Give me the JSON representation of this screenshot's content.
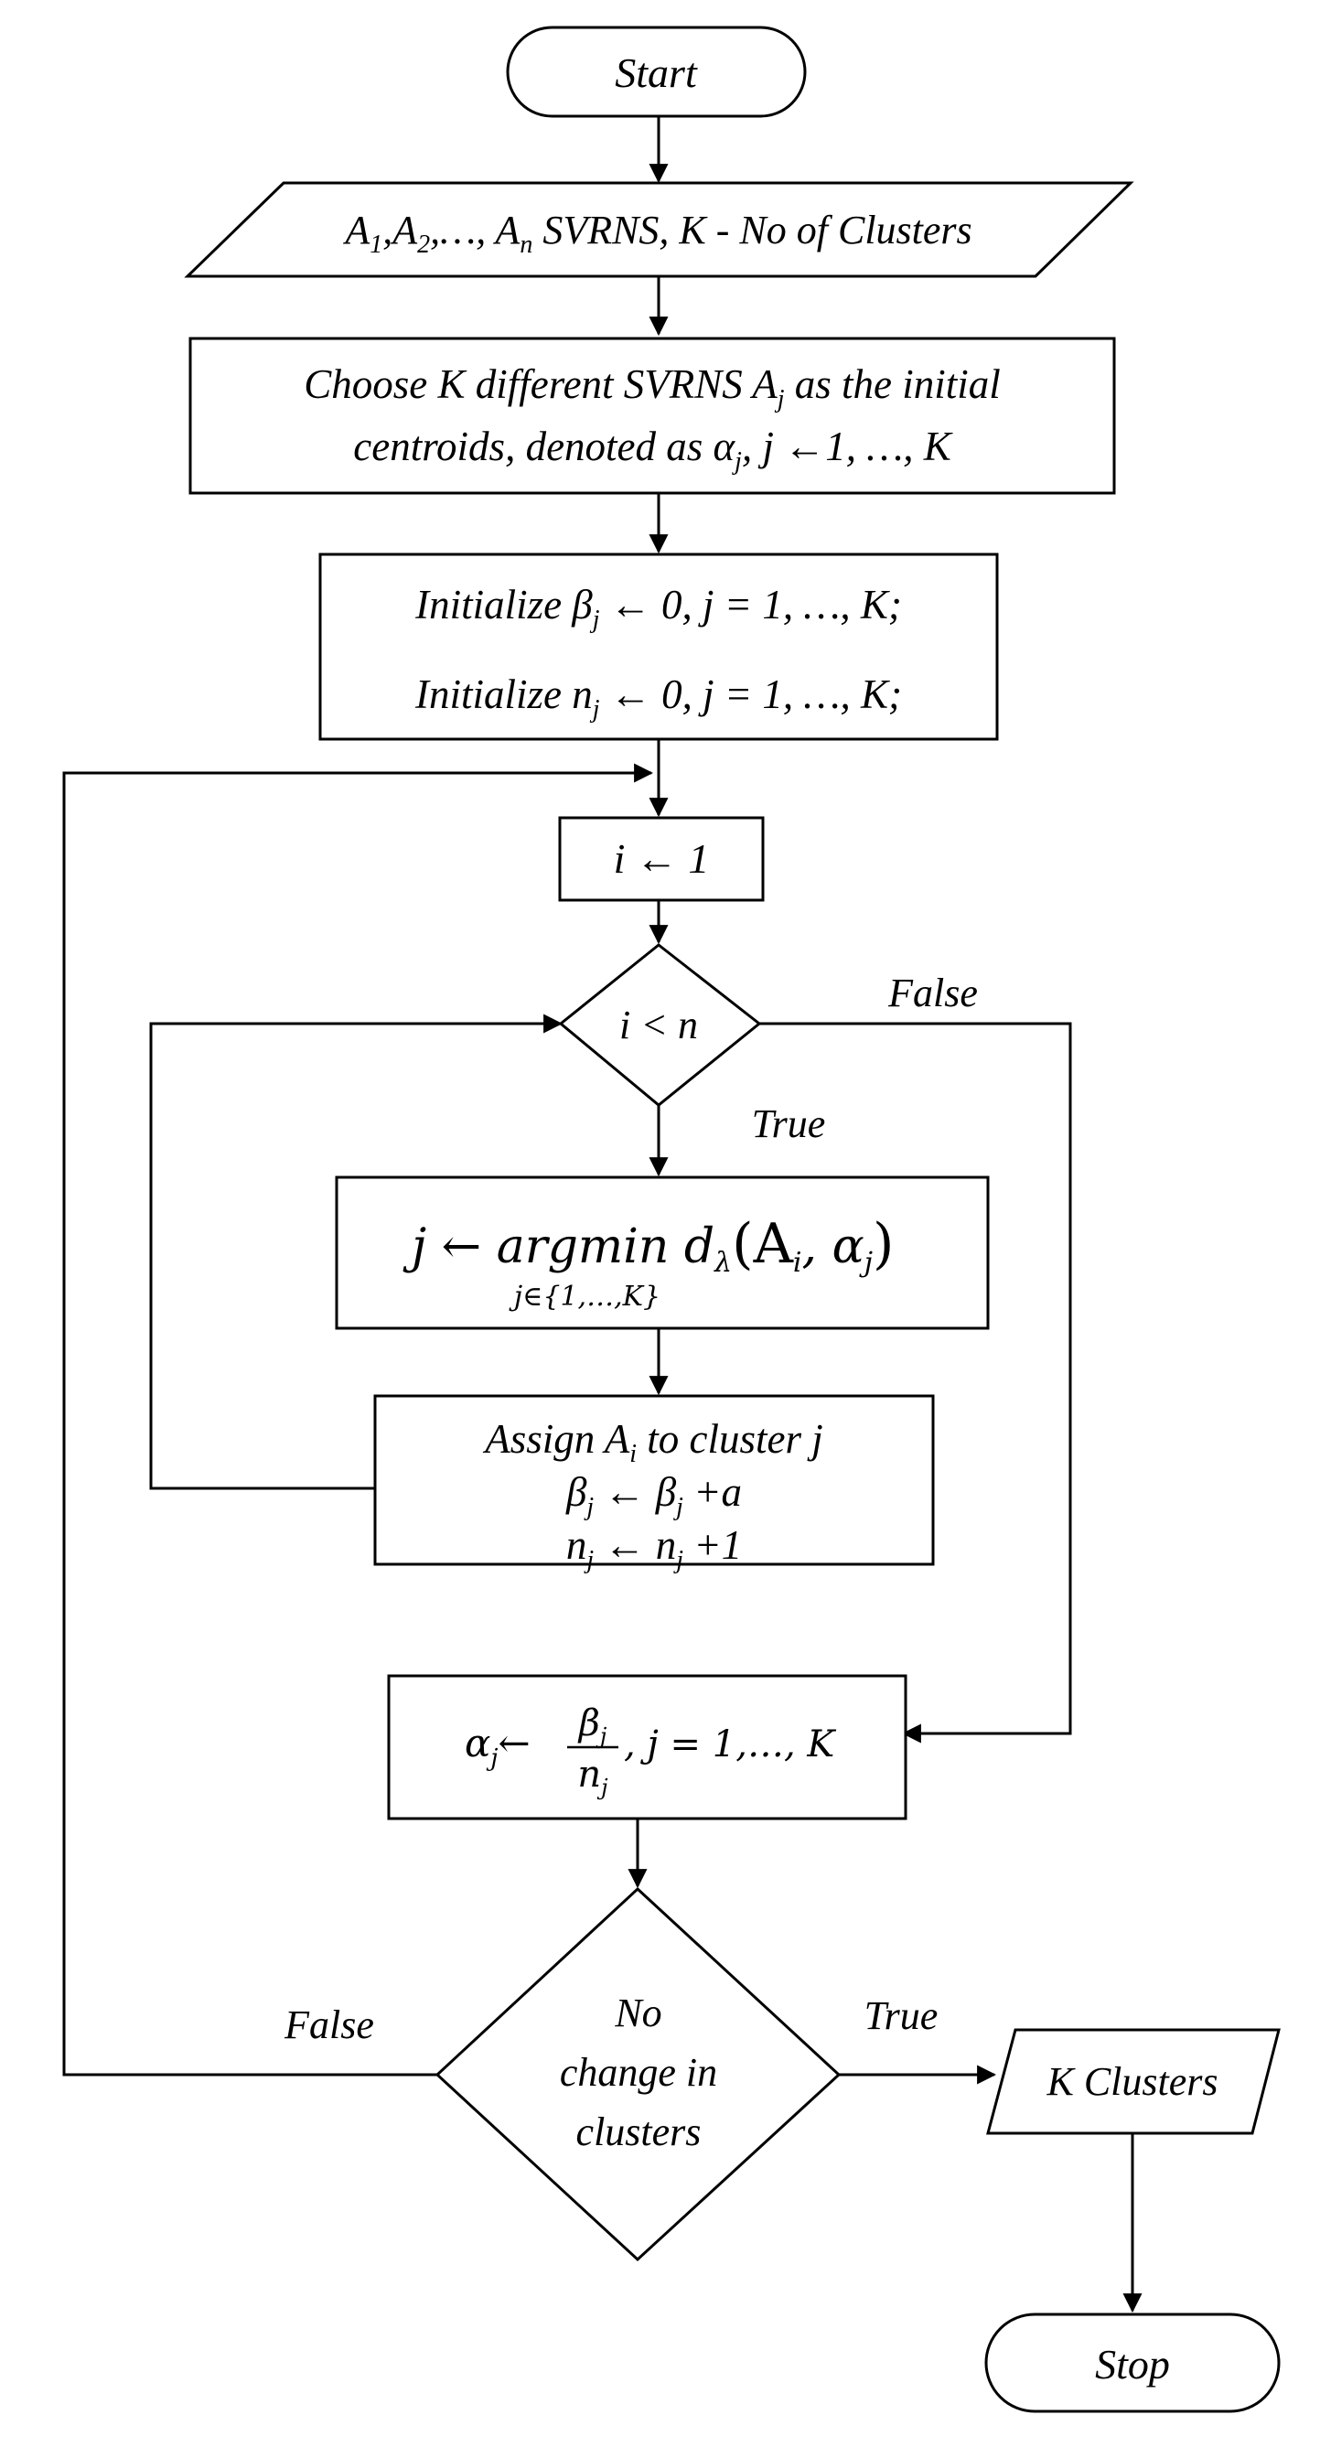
{
  "nodes": {
    "start": "Start",
    "input": {
      "a1": "A",
      "a1_sub": "1",
      "a2": ",A",
      "a2_sub": "2",
      "dots": ",…, A",
      "an_sub": "n",
      "rest": " SVRNS, K - No of Clusters"
    },
    "choose": {
      "line1_a": "Choose K different SVRNS A",
      "line1_sub": "j",
      "line1_b": " as the initial",
      "line2_a": "centroids, denoted as α",
      "line2_sub": "j",
      "line2_b": ", j  ←1, …, K"
    },
    "init": {
      "l1_a": "Initialize β",
      "l1_sub": "j",
      "l1_b": "  ← 0, j = 1,  …, K;",
      "l2_a": "Initialize n",
      "l2_sub": "j",
      "l2_b": "  ← 0, j = 1,  …, K;"
    },
    "i_init": "i  ← 1",
    "cond": "i < n",
    "argmin": {
      "a": "j ← argmin d",
      "lambda": "λ",
      "b": "(A",
      "sub_i": "i",
      "c": ",   α",
      "sub_j": "j",
      "d": ")",
      "under": "j∈{1,…,K}"
    },
    "assign": {
      "l1_a": "Assign A",
      "l1_sub": "i",
      "l1_b": " to cluster j",
      "l2_a": "β",
      "l2_sub1": "j",
      "l2_b": " ← β",
      "l2_sub2": "j",
      "l2_c": " +a",
      "l3_a": "n",
      "l3_sub1": "j",
      "l3_b": " ← n",
      "l3_sub2": "j",
      "l3_c": " +1"
    },
    "update": {
      "lhs": "α",
      "lhs_sub": "j",
      "arrow": "←",
      "num": "β",
      "num_sub": "j",
      "den": "n",
      "den_sub": "j",
      "rest": ",  j = 1,…, K"
    },
    "nochange": {
      "l1": "No",
      "l2": "change in",
      "l3": "clusters"
    },
    "output": "K Clusters",
    "stop": "Stop"
  },
  "edge_labels": {
    "cond_false": "False",
    "cond_true": "True",
    "change_false": "False",
    "change_true": "True"
  }
}
